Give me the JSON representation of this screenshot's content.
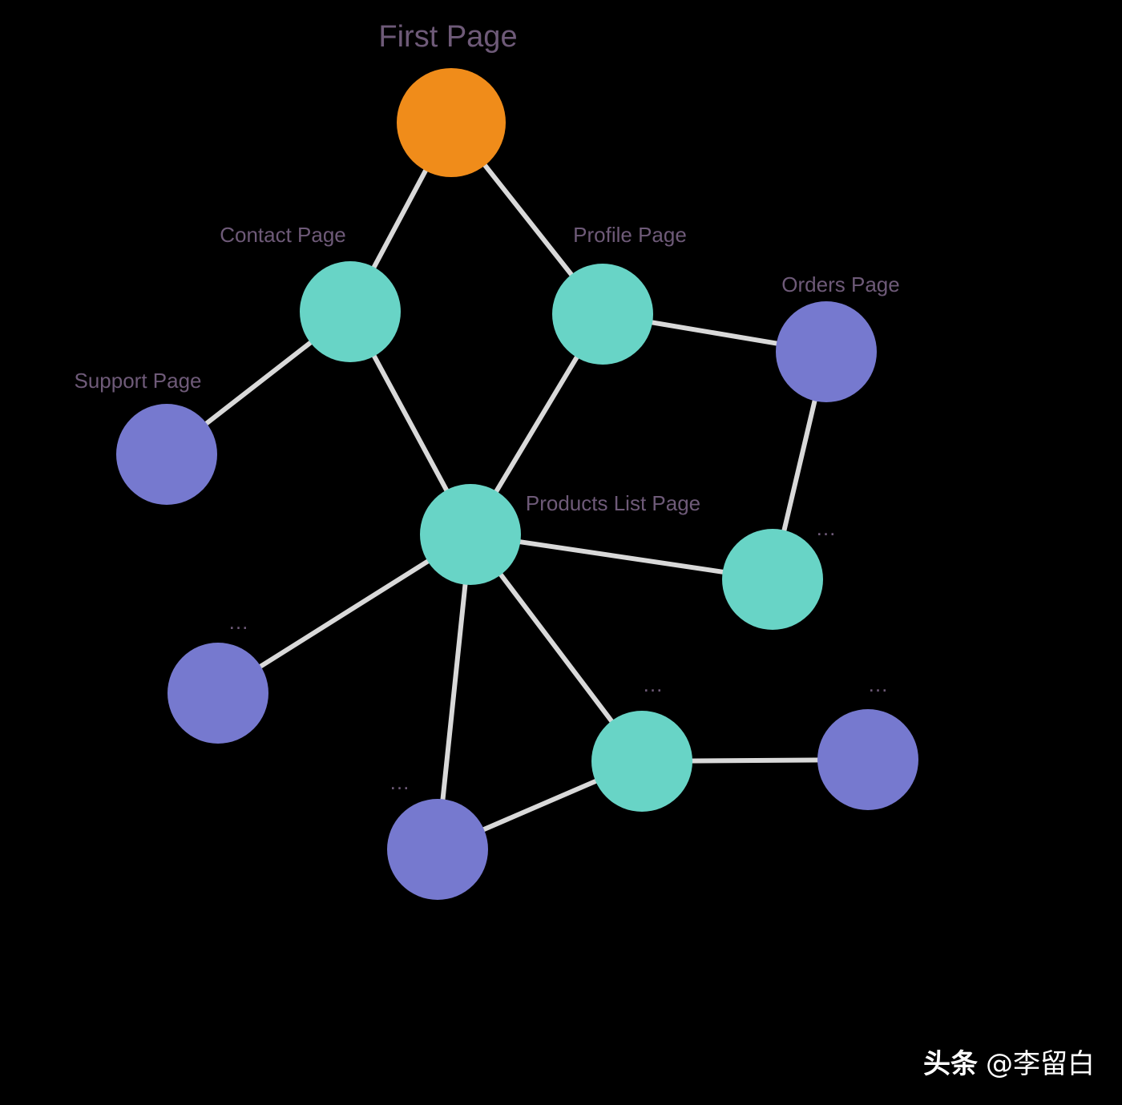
{
  "colors": {
    "background": "#000000",
    "edge": "#d9d9d9",
    "label": "#6e5a78",
    "root": "#f08c1a",
    "primary": "#68d4c6",
    "secondary": "#7679cf"
  },
  "diagram": {
    "nodes": [
      {
        "id": "first",
        "label": "First Page",
        "kind": "root"
      },
      {
        "id": "contact",
        "label": "Contact Page",
        "kind": "primary"
      },
      {
        "id": "profile",
        "label": "Profile Page",
        "kind": "primary"
      },
      {
        "id": "orders",
        "label": "Orders Page",
        "kind": "secondary"
      },
      {
        "id": "support",
        "label": "Support Page",
        "kind": "secondary"
      },
      {
        "id": "products",
        "label": "Products List Page",
        "kind": "primary"
      },
      {
        "id": "right-mid",
        "label": "…",
        "kind": "primary"
      },
      {
        "id": "left-bottom",
        "label": "…",
        "kind": "secondary"
      },
      {
        "id": "center-bottom",
        "label": "…",
        "kind": "primary"
      },
      {
        "id": "right-bottom",
        "label": "…",
        "kind": "secondary"
      },
      {
        "id": "bottom",
        "label": "…",
        "kind": "secondary"
      }
    ],
    "edges": [
      [
        "first",
        "contact"
      ],
      [
        "first",
        "profile"
      ],
      [
        "contact",
        "support"
      ],
      [
        "contact",
        "products"
      ],
      [
        "profile",
        "products"
      ],
      [
        "profile",
        "orders"
      ],
      [
        "orders",
        "right-mid"
      ],
      [
        "products",
        "right-mid"
      ],
      [
        "products",
        "left-bottom"
      ],
      [
        "products",
        "bottom"
      ],
      [
        "products",
        "center-bottom"
      ],
      [
        "center-bottom",
        "bottom"
      ],
      [
        "center-bottom",
        "right-bottom"
      ]
    ]
  },
  "watermark": {
    "brand": "头条",
    "handle": "@李留白"
  }
}
